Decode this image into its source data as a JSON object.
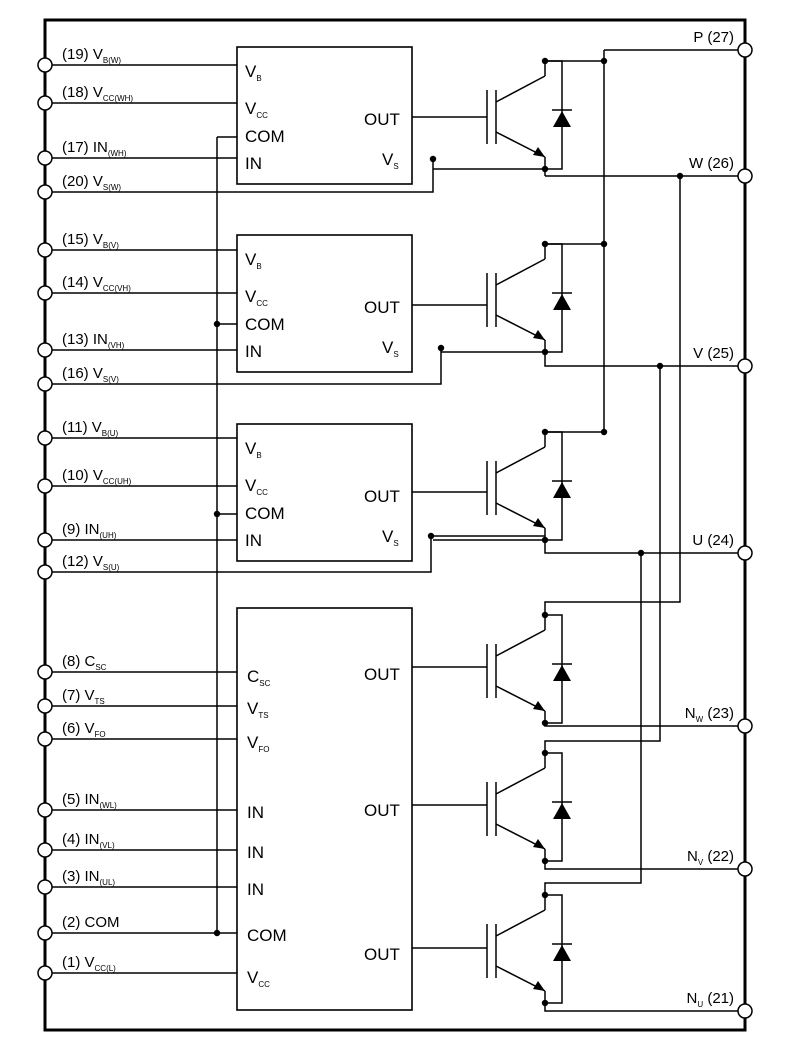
{
  "left_pins": [
    {
      "num": "(19)",
      "name": "V",
      "sub": "B(W)"
    },
    {
      "num": "(18)",
      "name": "V",
      "sub": "CC(WH)"
    },
    {
      "num": "(17)",
      "name": "IN",
      "sub": "(WH)"
    },
    {
      "num": "(20)",
      "name": "V",
      "sub": "S(W)"
    },
    {
      "num": "(15)",
      "name": "V",
      "sub": "B(V)"
    },
    {
      "num": "(14)",
      "name": "V",
      "sub": "CC(VH)"
    },
    {
      "num": "(13)",
      "name": "IN",
      "sub": "(VH)"
    },
    {
      "num": "(16)",
      "name": "V",
      "sub": "S(V)"
    },
    {
      "num": "(11)",
      "name": "V",
      "sub": "B(U)"
    },
    {
      "num": "(10)",
      "name": "V",
      "sub": "CC(UH)"
    },
    {
      "num": "(9)",
      "name": "IN",
      "sub": "(UH)"
    },
    {
      "num": "(12)",
      "name": "V",
      "sub": "S(U)"
    },
    {
      "num": "(8)",
      "name": "C",
      "sub": "SC"
    },
    {
      "num": "(7)",
      "name": "V",
      "sub": "TS"
    },
    {
      "num": "(6)",
      "name": "V",
      "sub": "FO"
    },
    {
      "num": "(5)",
      "name": "IN",
      "sub": "(WL)"
    },
    {
      "num": "(4)",
      "name": "IN",
      "sub": "(VL)"
    },
    {
      "num": "(3)",
      "name": "IN",
      "sub": "(UL)"
    },
    {
      "num": "(2)",
      "name": "COM",
      "sub": ""
    },
    {
      "num": "(1)",
      "name": "V",
      "sub": "CC(L)"
    }
  ],
  "right_pins": [
    {
      "name": "P",
      "sub": "",
      "num": "(27)"
    },
    {
      "name": "W",
      "sub": "",
      "num": "(26)"
    },
    {
      "name": "V",
      "sub": "",
      "num": "(25)"
    },
    {
      "name": "U",
      "sub": "",
      "num": "(24)"
    },
    {
      "name": "N",
      "sub": "W",
      "num": "(23)"
    },
    {
      "name": "N",
      "sub": "V",
      "num": "(22)"
    },
    {
      "name": "N",
      "sub": "U",
      "num": "(21)"
    }
  ],
  "high_side_ics": [
    {
      "vb": "V",
      "vb_sub": "B",
      "vcc": "V",
      "vcc_sub": "CC",
      "com": "COM",
      "in": "IN",
      "out": "OUT",
      "vs": "V",
      "vs_sub": "S"
    },
    {
      "vb": "V",
      "vb_sub": "B",
      "vcc": "V",
      "vcc_sub": "CC",
      "com": "COM",
      "in": "IN",
      "out": "OUT",
      "vs": "V",
      "vs_sub": "S"
    },
    {
      "vb": "V",
      "vb_sub": "B",
      "vcc": "V",
      "vcc_sub": "CC",
      "com": "COM",
      "in": "IN",
      "out": "OUT",
      "vs": "V",
      "vs_sub": "S"
    }
  ],
  "low_side_ic": {
    "csc": "C",
    "csc_sub": "SC",
    "vts": "V",
    "vts_sub": "TS",
    "vfo": "V",
    "vfo_sub": "FO",
    "in1": "IN",
    "in2": "IN",
    "in3": "IN",
    "com": "COM",
    "vcc": "V",
    "vcc_sub": "CC",
    "out1": "OUT",
    "out2": "OUT",
    "out3": "OUT"
  }
}
